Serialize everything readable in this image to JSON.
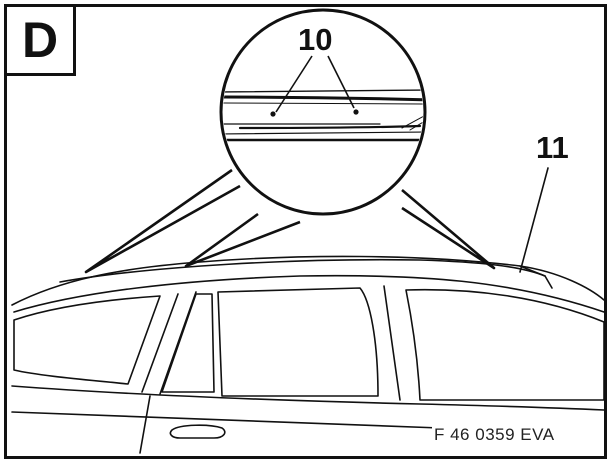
{
  "figure": {
    "panel_letter": "D",
    "callouts": [
      "10",
      "11"
    ],
    "figure_code": "F 46 0359 EVA"
  },
  "colors": {
    "ink": "#111111",
    "paper": "#ffffff"
  }
}
